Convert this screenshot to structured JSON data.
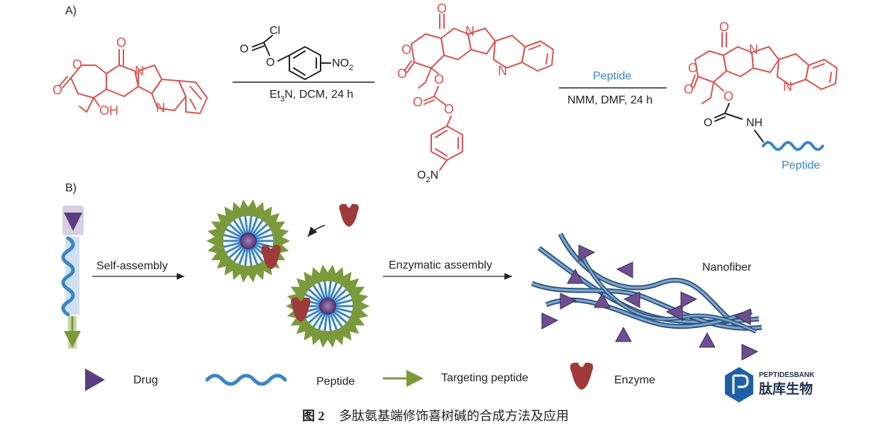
{
  "panel_a": {
    "label": "A)",
    "reagent_cl": "Cl",
    "reagent_o": "O",
    "reagent_no2": "NO",
    "reagent_no2_sub": "2",
    "step1_conditions_a": "Et",
    "step1_conditions_sub": "3",
    "step1_conditions_b": "N, DCM, 24 h",
    "step2_reagent": "Peptide",
    "step2_conditions": "NMM, DMF,  24 h",
    "atom_O": "O",
    "atom_N": "N",
    "atom_OH": "OH",
    "atom_NH": "NH",
    "atom_O2N_a": "O",
    "atom_O2N_sub": "2",
    "atom_O2N_b": "N",
    "product_peptide": "Peptide"
  },
  "panel_b": {
    "label": "B)",
    "step1_label": "Self-assembly",
    "step2_label": "Enzymatic assembly",
    "product_label": "Nanofiber"
  },
  "legend": {
    "drug": "Drug",
    "peptide": "Peptide",
    "targeting": "Targeting peptide",
    "enzyme": "Enzyme"
  },
  "logo": {
    "brand_en": "PEPTIDESBANK",
    "brand_cn": "肽库生物"
  },
  "caption": {
    "figure_no": "图 2",
    "text": "多肽氨基端修饰喜树碱的合成方法及应用"
  },
  "colors": {
    "molecule_red": "#d9534f",
    "peptide_blue": "#3a85c6",
    "targeting_green": "#7a9a3c",
    "drug_purple": "#6b4f8f",
    "enzyme_red": "#9e3a3a",
    "logo_blue": "#1f5fa8"
  }
}
